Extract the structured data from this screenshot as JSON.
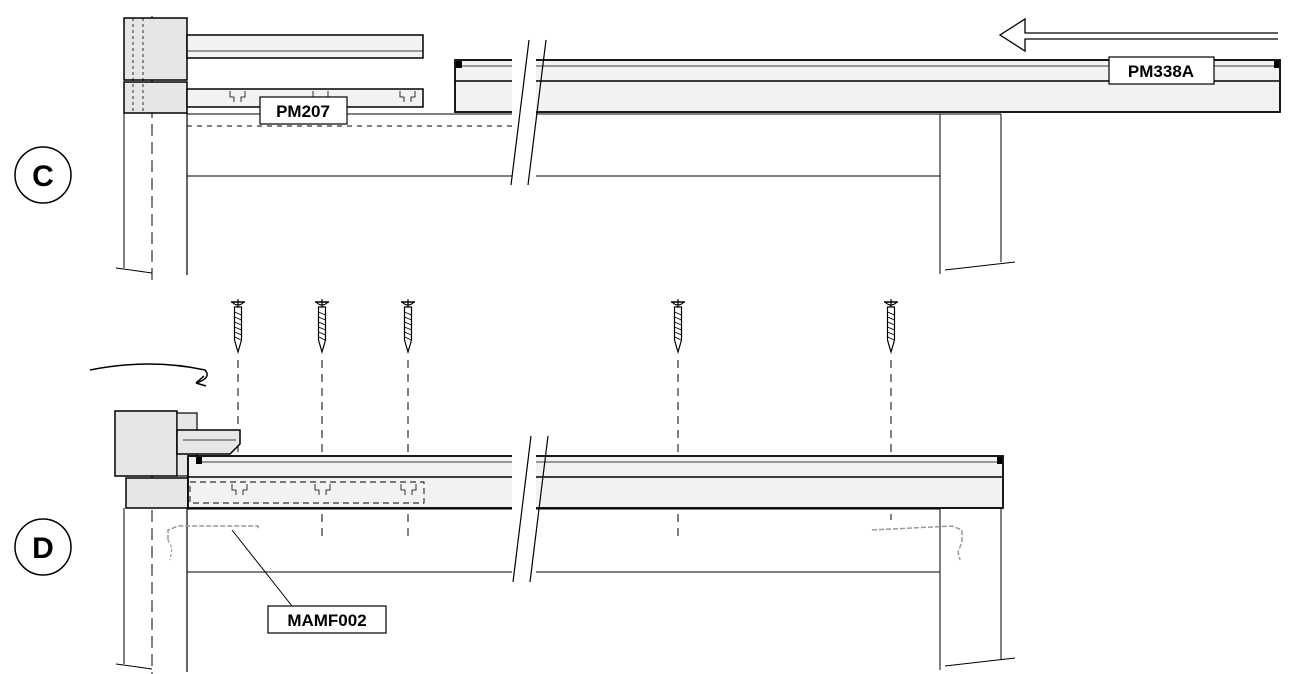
{
  "steps": [
    {
      "letter": "C"
    },
    {
      "letter": "D"
    }
  ],
  "part_labels": {
    "pm207": "PM207",
    "pm338a": "PM338A",
    "mamf002": "MAMF002"
  },
  "colors": {
    "line": "#000000",
    "panel_fill": "#f2f2f2",
    "bracket_fill": "#e6e6e6",
    "ghost_line": "#999999",
    "background": "#ffffff"
  },
  "icons": {
    "direction_arrow": "left-arrow-icon",
    "rotation_arrow": "curved-rotate-arrow-icon",
    "fastener": "screw-icon"
  }
}
